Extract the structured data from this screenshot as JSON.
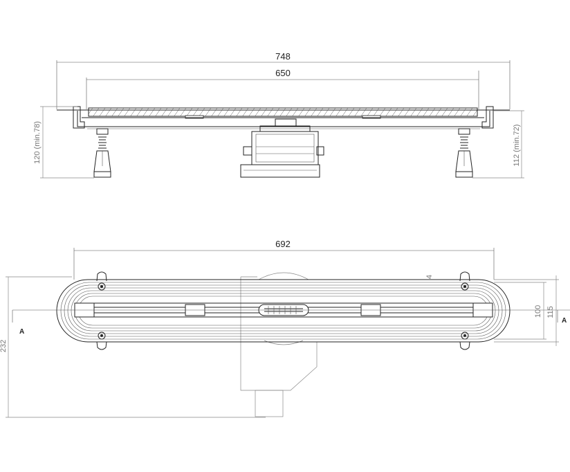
{
  "side_view": {
    "dims": {
      "overall_length": "748",
      "channel_length": "650",
      "height_left": "120 (min.78)",
      "height_right": "112 (min.72)"
    }
  },
  "top_view": {
    "dims": {
      "grate_length": "692",
      "flange": "4",
      "inner_width": "100",
      "outer_width": "115",
      "total_depth": "232"
    },
    "section_marks": [
      "A",
      "A"
    ]
  }
}
